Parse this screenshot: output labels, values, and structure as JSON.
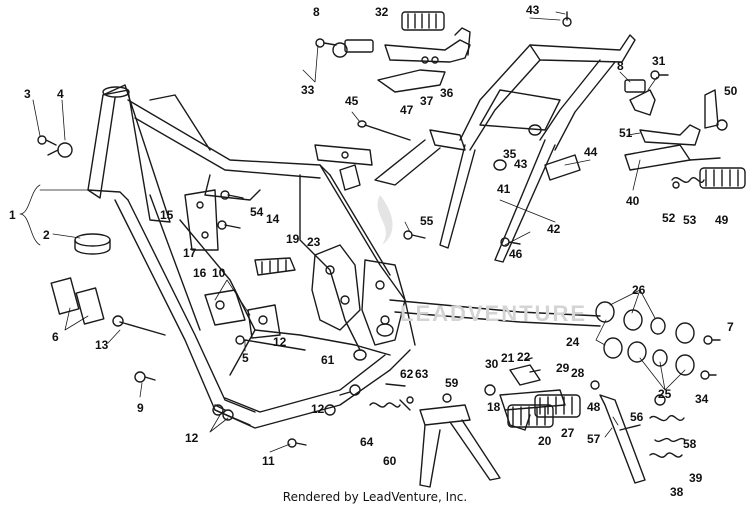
{
  "diagram": {
    "callouts": [
      "1",
      "2",
      "3",
      "4",
      "5",
      "6",
      "7",
      "8",
      "9",
      "10",
      "11",
      "12",
      "13",
      "14",
      "15",
      "16",
      "17",
      "18",
      "19",
      "20",
      "21",
      "22",
      "23",
      "24",
      "25",
      "26",
      "27",
      "28",
      "29",
      "30",
      "31",
      "32",
      "33",
      "34",
      "35",
      "36",
      "37",
      "38",
      "39",
      "40",
      "41",
      "42",
      "43",
      "44",
      "45",
      "46",
      "47",
      "48",
      "49",
      "50",
      "51",
      "52",
      "53",
      "54",
      "55",
      "56",
      "57",
      "58",
      "59",
      "60",
      "61",
      "62",
      "63",
      "64"
    ],
    "watermark": "LEADVENTURE"
  },
  "footer": {
    "credit": "Rendered by LeadVenture, Inc."
  },
  "colors": {
    "line": "#1a1a1a",
    "paper": "#ffffff",
    "watermark": "#d4d4d4"
  }
}
